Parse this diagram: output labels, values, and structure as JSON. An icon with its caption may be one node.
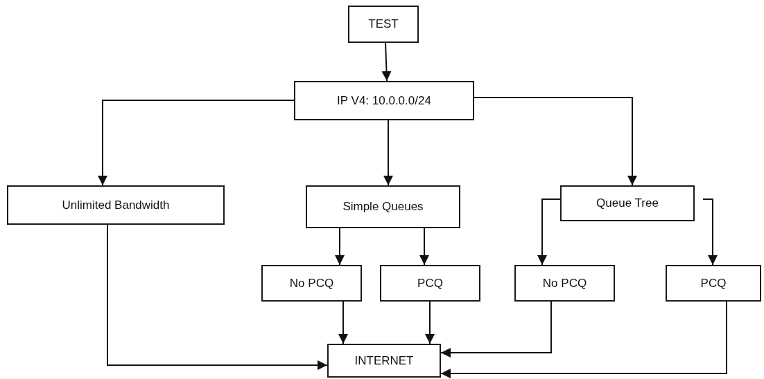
{
  "diagram": {
    "nodes": [
      {
        "text": [
          "TEST"
        ]
      },
      {
        "text": [
          "IP V4: 10.0.0.0/24"
        ]
      },
      {
        "text": [
          "Unlimited Bandwidth"
        ]
      },
      {
        "text": [
          "Simple Queues"
        ]
      },
      {
        "text": [
          "Queue Tree"
        ]
      },
      {
        "text": [
          "No PCQ"
        ]
      },
      {
        "text": [
          "PCQ"
        ]
      },
      {
        "text": [
          "No PCQ"
        ]
      },
      {
        "text": [
          "PCQ"
        ]
      },
      {
        "text": [
          "INTERNET"
        ]
      }
    ],
    "edges": [
      {
        "from": 0,
        "to": 1,
        "arrow": "to"
      },
      {
        "from": 1,
        "to": 2,
        "arrow": "to"
      },
      {
        "from": 1,
        "to": 3,
        "arrow": "to"
      },
      {
        "from": 1,
        "to": 4,
        "arrow": "to"
      },
      {
        "from": 3,
        "to": 5,
        "arrow": "to"
      },
      {
        "from": 3,
        "to": 6,
        "arrow": "to"
      },
      {
        "from": 4,
        "to": 7,
        "arrow": "to"
      },
      {
        "from": 4,
        "to": 8,
        "arrow": "to"
      },
      {
        "from": 2,
        "to": 9,
        "arrow": "to"
      },
      {
        "from": 5,
        "to": 9,
        "arrow": "to"
      },
      {
        "from": 6,
        "to": 9,
        "arrow": "to"
      },
      {
        "from": 7,
        "to": 9,
        "arrow": "to"
      },
      {
        "from": 8,
        "to": 9,
        "arrow": "to"
      }
    ]
  }
}
